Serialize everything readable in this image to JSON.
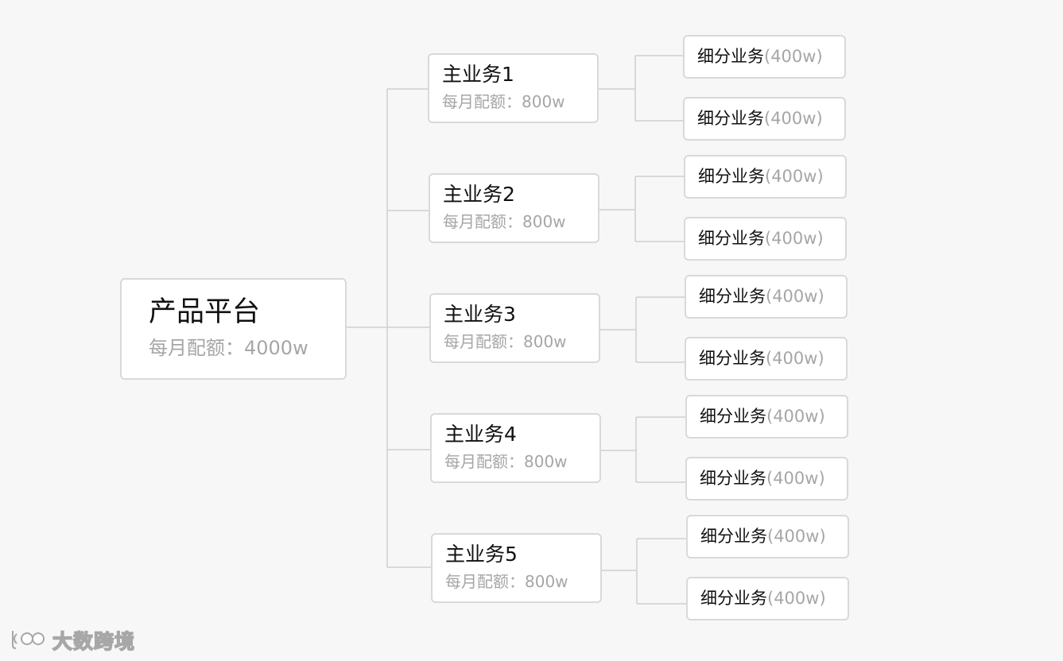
{
  "root": {
    "title": "产品平台",
    "quota": "每月配额：4000w"
  },
  "mains": [
    {
      "title": "主业务1",
      "quota": "每月配额：800w",
      "subs": [
        {
          "name": "细分业务",
          "amount": "(400w)"
        },
        {
          "name": "细分业务",
          "amount": "(400w)"
        }
      ]
    },
    {
      "title": "主业务2",
      "quota": "每月配额：800w",
      "subs": [
        {
          "name": "细分业务",
          "amount": "(400w)"
        },
        {
          "name": "细分业务",
          "amount": "(400w)"
        }
      ]
    },
    {
      "title": "主业务3",
      "quota": "每月配额：800w",
      "subs": [
        {
          "name": "细分业务",
          "amount": "(400w)"
        },
        {
          "name": "细分业务",
          "amount": "(400w)"
        }
      ]
    },
    {
      "title": "主业务4",
      "quota": "每月配额：800w",
      "subs": [
        {
          "name": "细分业务",
          "amount": "(400w)"
        },
        {
          "name": "细分业务",
          "amount": "(400w)"
        }
      ]
    },
    {
      "title": "主业务5",
      "quota": "每月配额：800w",
      "subs": [
        {
          "name": "细分业务",
          "amount": "(400w)"
        },
        {
          "name": "细分业务",
          "amount": "(400w)"
        }
      ]
    }
  ],
  "watermark": {
    "text": "大数跨境"
  },
  "colors": {
    "background": "#f7f7f7",
    "box_border": "#d9d9d9",
    "connector": "#cfcfcf",
    "primary_text": "#111111",
    "secondary_text": "#a6a6a6"
  }
}
